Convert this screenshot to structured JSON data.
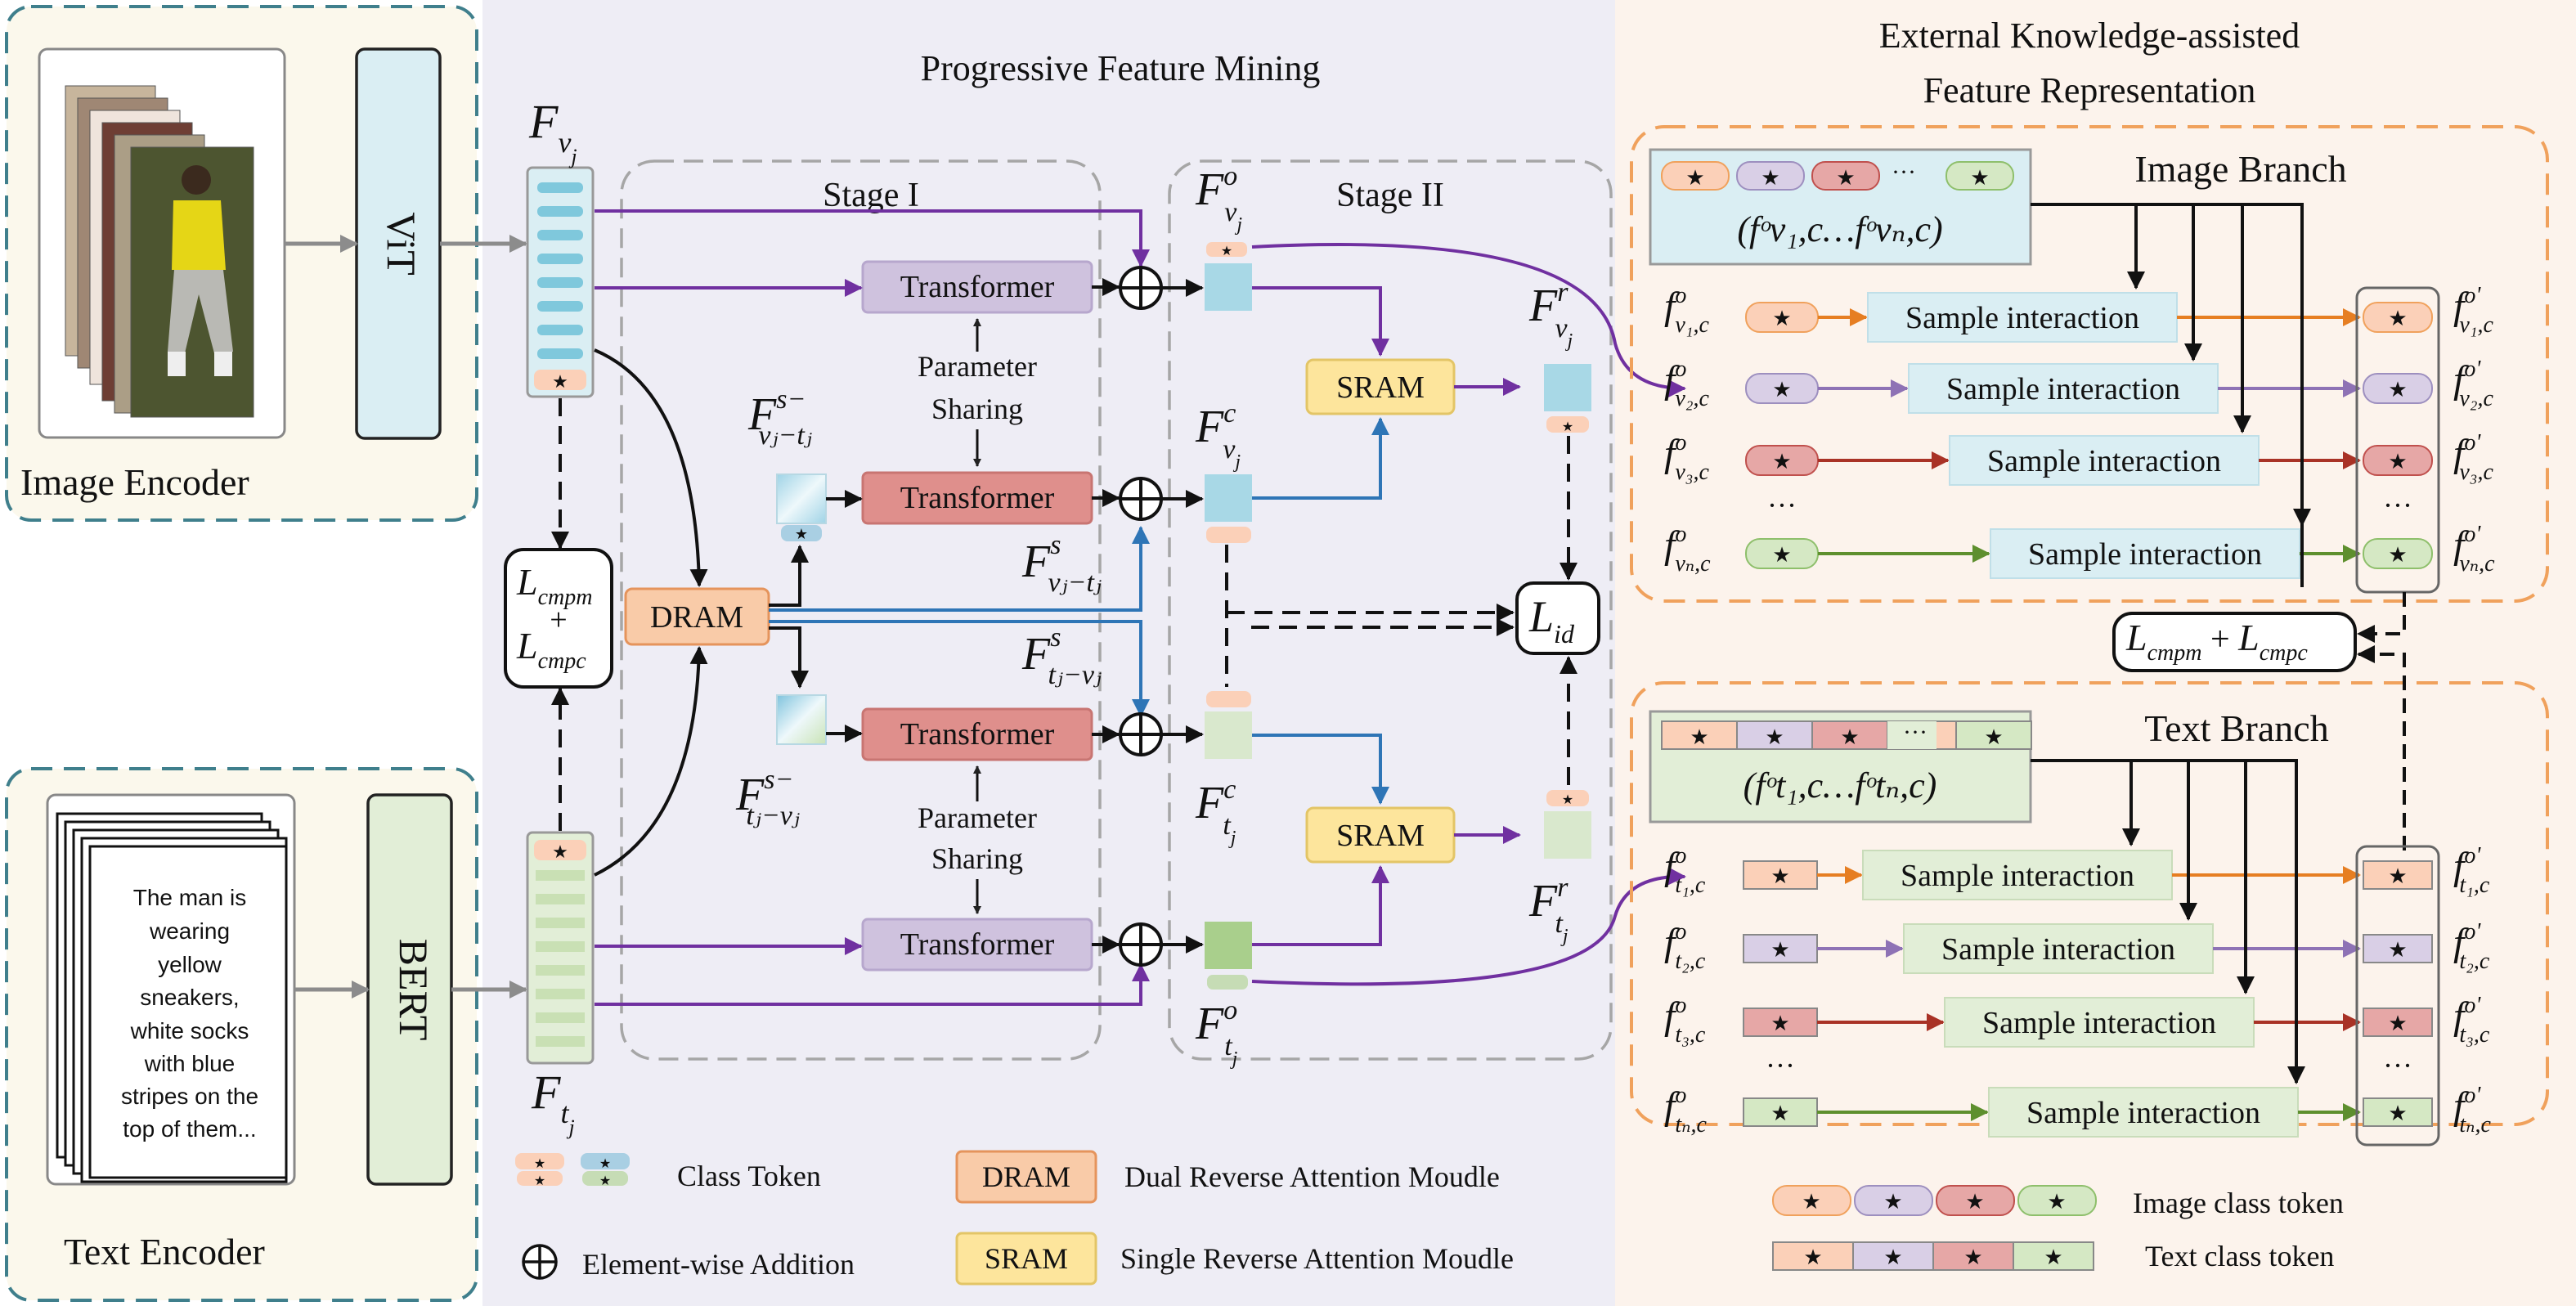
{
  "encoders": {
    "image": {
      "title": "Image Encoder",
      "backbone": "ViT"
    },
    "text": {
      "title": "Text Encoder",
      "backbone": "BERT",
      "caption_lines": [
        "The man is",
        "wearing",
        "yellow",
        "sneakers,",
        "white socks",
        "with blue",
        "stripes on the",
        "top of them..."
      ]
    }
  },
  "pfm": {
    "title": "Progressive Feature Mining",
    "stage1": "Stage  I",
    "stage2": "Stage  II",
    "transformer": "Transformer",
    "param_sharing_1": "Parameter",
    "param_sharing_2": "Sharing",
    "dram": "DRAM",
    "sram": "SRAM"
  },
  "features": {
    "F": "F",
    "f": "f",
    "sub_v": "v",
    "sub_t": "t",
    "sub_j": "j",
    "sup_o": "o",
    "sup_c": "c",
    "sup_r": "r",
    "sup_s": "s",
    "sup_sminus": "s−",
    "sub_vt": "vⱼ−tⱼ",
    "sub_tv": "tⱼ−vⱼ",
    "L": "L",
    "sub_id": "id",
    "sub_cmpm": "cmpm",
    "sub_cmpc": "cmpc",
    "plus": "+"
  },
  "ekfr": {
    "title_1": "External Knowledge-assisted",
    "title_2": "Feature Representation",
    "image_branch": "Image Branch",
    "text_branch": "Text Branch",
    "sample_interaction": "Sample interaction",
    "dots_mid": "···",
    "image_rows": [
      "v₁,c",
      "v₂,c",
      "v₃,c",
      "vₙ,c"
    ],
    "text_rows": [
      "t₁,c",
      "t₂,c",
      "t₃,c",
      "tₙ,c"
    ],
    "image_set": "(fᵒv₁,c…fᵒvₙ,c)",
    "text_set": "(fᵒt₁,c…fᵒtₙ,c)"
  },
  "legend": {
    "class_token": "Class Token",
    "element_wise_addition": "Element-wise Addition",
    "dram_abbr": "DRAM",
    "dram_full": "Dual Reverse Attention Moudle",
    "sram_abbr": "SRAM",
    "sram_full": "Single Reverse Attention  Moudle",
    "image_class_token": "Image class token",
    "text_class_token": "Text class token",
    "star": "★"
  },
  "colors": {
    "purple": "#7030a0",
    "teal": "#2e75b6",
    "orange": "#e67e22",
    "red": "#c0392b",
    "green": "#70ad47",
    "blue_box": "#daeef3",
    "pink_token": "#fbd0b8",
    "lav_token": "#d9cfe6",
    "red_token": "#e6a7a6",
    "green_token": "#d5e8c4"
  }
}
